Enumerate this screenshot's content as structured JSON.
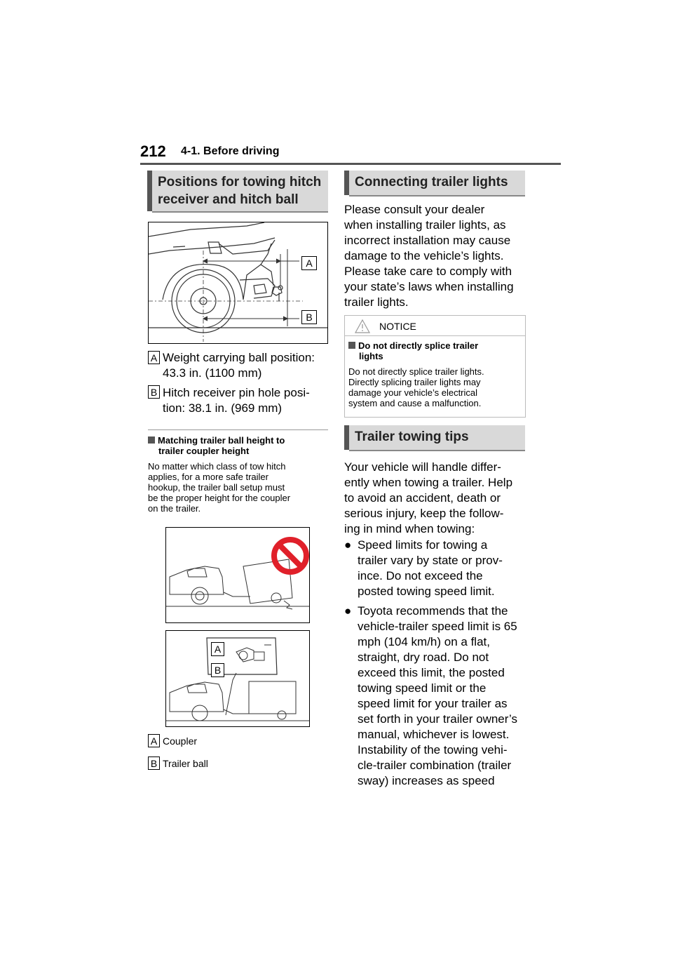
{
  "header": {
    "page_number": "212",
    "section": "4-1. Before driving"
  },
  "left": {
    "heading": [
      "Positions for towing hitch",
      "receiver and hitch ball"
    ],
    "fig1_labels": [
      "A",
      "B"
    ],
    "legend1": [
      {
        "key": "A",
        "lines": [
          "Weight carrying ball position:",
          "43.3 in. (1100 mm)"
        ]
      },
      {
        "key": "B",
        "lines": [
          "Hitch receiver pin hole posi-",
          "tion: 38.1 in. (969 mm)"
        ]
      }
    ],
    "sub_heading": [
      "Matching trailer ball height to",
      "trailer coupler height"
    ],
    "sub_body": [
      "No matter which class of tow hitch",
      "applies, for a more safe trailer",
      "hookup, the trailer ball setup must",
      "be the proper height for the coupler",
      "on the trailer."
    ],
    "fig3_labels": [
      "A",
      "B"
    ],
    "legend2": [
      {
        "key": "A",
        "text": "Coupler"
      },
      {
        "key": "B",
        "text": "Trailer ball"
      }
    ]
  },
  "right": {
    "heading1": "Connecting trailer lights",
    "para1": [
      "Please consult your dealer",
      "when installing trailer lights, as",
      "incorrect installation may cause",
      "damage to the vehicle’s lights.",
      "Please take care to comply with",
      "your state’s laws when installing",
      "trailer lights."
    ],
    "notice": {
      "title": "NOTICE",
      "item_title": [
        "Do not directly splice trailer",
        "lights"
      ],
      "item_body": [
        "Do not directly splice trailer lights.",
        "Directly splicing trailer lights may",
        "damage your vehicle’s electrical",
        "system and cause a malfunction."
      ]
    },
    "heading2": "Trailer towing tips",
    "para2": [
      "Your vehicle will handle differ-",
      "ently when towing a trailer. Help",
      "to avoid an accident, death or",
      "serious injury, keep the follow-",
      "ing in mind when towing:"
    ],
    "bullets": [
      [
        "Speed limits for towing a",
        "trailer vary by state or prov-",
        "ince. Do not exceed the",
        "posted towing speed limit."
      ],
      [
        "Toyota recommends that the",
        "vehicle-trailer speed limit is 65",
        "mph (104 km/h) on a flat,",
        "straight, dry road. Do not",
        "exceed this limit, the posted",
        "towing speed limit or the",
        "speed limit for your trailer as",
        "set forth in your trailer owner’s",
        "manual, whichever is lowest.",
        "Instability of the towing vehi-",
        "cle-trailer combination (trailer",
        "sway) increases as speed"
      ]
    ]
  },
  "colors": {
    "heading_bg": "#d9d9d9",
    "heading_bar": "#555555",
    "prohibit_red": "#e0202a"
  }
}
